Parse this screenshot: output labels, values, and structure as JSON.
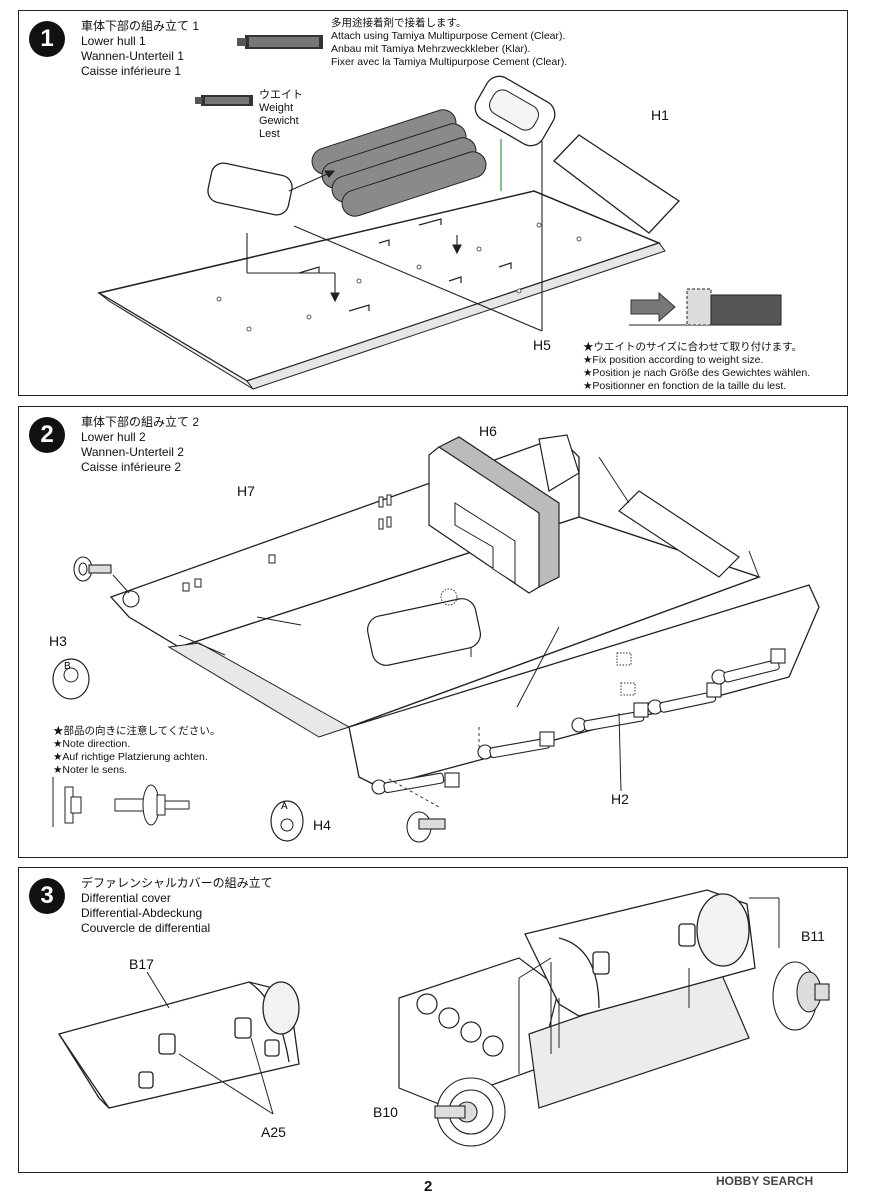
{
  "step1": {
    "number": "1",
    "title_jp": "車体下部の組み立て 1",
    "title_en": "Lower hull 1",
    "title_de": "Wannen-Unterteil 1",
    "title_fr": "Caisse inférieure 1",
    "cement_jp": "多用途接着剤で接着します。",
    "cement_en": "Attach using Tamiya Multipurpose Cement (Clear).",
    "cement_de": "Anbau mit Tamiya Mehrzweckkleber (Klar).",
    "cement_fr": "Fixer avec la Tamiya Multipurpose Cement (Clear).",
    "weight_jp": "ウエイト",
    "weight_en": "Weight",
    "weight_de": "Gewicht",
    "weight_fr": "Lest",
    "part_h1": "H1",
    "part_h5": "H5",
    "note_jp": "★ウエイトのサイズに合わせて取り付けます。",
    "note_en": "★Fix position according to weight size.",
    "note_de": "★Position je nach Größe des Gewichtes wählen.",
    "note_fr": "★Positionner en fonction de la taille du lest."
  },
  "step2": {
    "number": "2",
    "title_jp": "車体下部の組み立て 2",
    "title_en": "Lower hull 2",
    "title_de": "Wannen-Unterteil 2",
    "title_fr": "Caisse inférieure 2",
    "part_h6": "H6",
    "part_h7": "H7",
    "part_h3": "H3",
    "part_h2": "H2",
    "part_h4": "H4",
    "note_jp": "★部品の向きに注意してください。",
    "note_en": "★Note direction.",
    "note_de": "★Auf richtige Platzierung achten.",
    "note_fr": "★Noter le sens."
  },
  "step3": {
    "number": "3",
    "title_jp": "デファレンシャルカバーの組み立て",
    "title_en": "Differential cover",
    "title_de": "Differential-Abdeckung",
    "title_fr": "Couvercle de differential",
    "part_b17": "B17",
    "part_a25": "A25",
    "part_b10": "B10",
    "part_b11": "B11"
  },
  "page_number": "2",
  "watermark": "HOBBY SEARCH"
}
